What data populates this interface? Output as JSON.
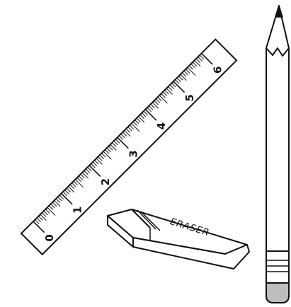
{
  "ruler": {
    "numbers": [
      "0",
      "1",
      "2",
      "3",
      "4",
      "5",
      "6"
    ],
    "fill_color": "#ffffff",
    "stroke_color": "#111111"
  },
  "eraser": {
    "label": "ERASER",
    "fill_color": "#ffffff",
    "stroke_color": "#111111"
  },
  "pencil": {
    "tip_color": "#111111",
    "eraser_cap_color": "#bdbdbd"
  }
}
